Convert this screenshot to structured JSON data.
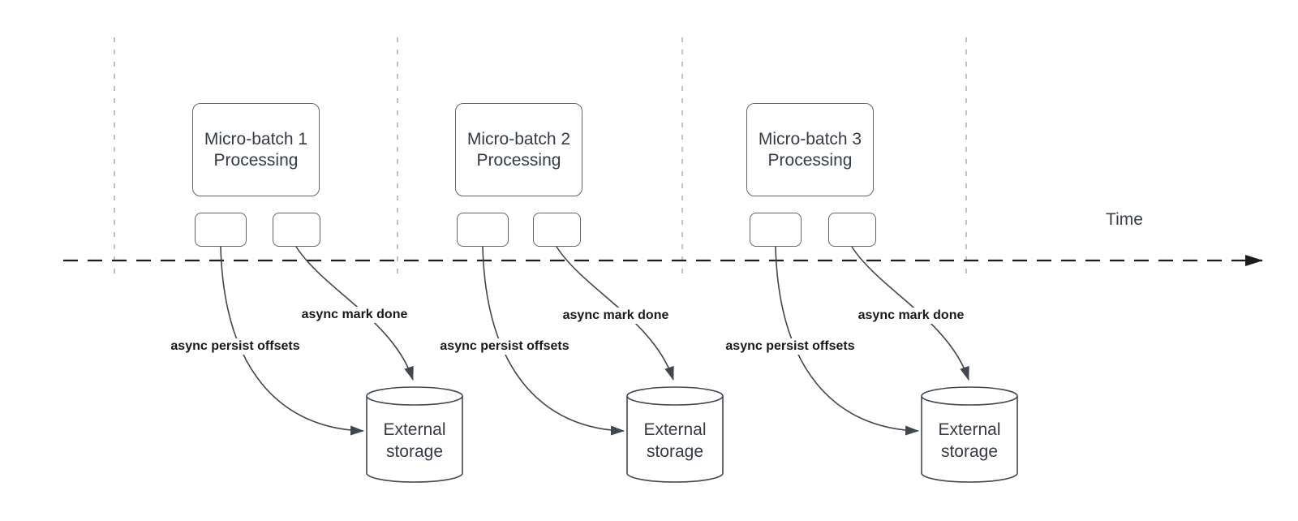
{
  "diagram": {
    "title_hint": "Micro-batch async offset persistence timeline",
    "time_axis": {
      "label": "Time"
    },
    "batches": [
      {
        "title_line1": "Micro-batch 1",
        "title_line2": "Processing",
        "persist_arrow_label": "async persist offsets",
        "done_arrow_label": "async mark done",
        "storage_line1": "External",
        "storage_line2": "storage"
      },
      {
        "title_line1": "Micro-batch 2",
        "title_line2": "Processing",
        "persist_arrow_label": "async persist offsets",
        "done_arrow_label": "async mark done",
        "storage_line1": "External",
        "storage_line2": "storage"
      },
      {
        "title_line1": "Micro-batch 3",
        "title_line2": "Processing",
        "persist_arrow_label": "async persist offsets",
        "done_arrow_label": "async mark done",
        "storage_line1": "External",
        "storage_line2": "storage"
      }
    ],
    "icons": {
      "time_arrowhead": "solid right-pointing triangle",
      "flow_arrowhead": "solid triangle arrowhead",
      "storage_shape": "database cylinder"
    },
    "colors": {
      "background": "#ffffff",
      "node_border": "#60676f",
      "curve_stroke": "#40474f",
      "gridline": "#a9acb0",
      "timeline": "#1a1c1f",
      "bold_label_text": "#17191c",
      "node_text": "#343b44"
    }
  }
}
